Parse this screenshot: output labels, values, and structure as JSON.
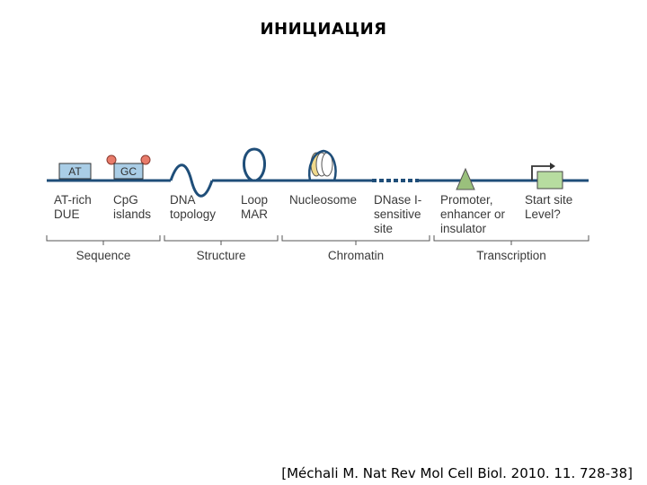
{
  "title": "ИНИЦИАЦИЯ",
  "citation": "[Méchali M. Nat Rev Mol Cell Biol. 2010. 11. 728-38]",
  "colors": {
    "dna_line": "#1f4e79",
    "box_fill": "#a9cde6",
    "lollipop": "#e87b6a",
    "triangle": "#9ac07c",
    "start_box": "#b7dca0",
    "bracket": "#555555"
  },
  "features": {
    "at_box": "AT",
    "gc_box": "GC",
    "labels": [
      "AT-rich\nDUE",
      "CpG\nislands",
      "DNA\ntopology",
      "Loop\nMAR",
      "Nucleosome",
      "DNase I-\nsensitive\nsite",
      "Promoter,\nenhancer or\ninsulator",
      "Start site\nLevel?"
    ]
  },
  "groups": [
    "Sequence",
    "Structure",
    "Chromatin",
    "Transcription"
  ]
}
